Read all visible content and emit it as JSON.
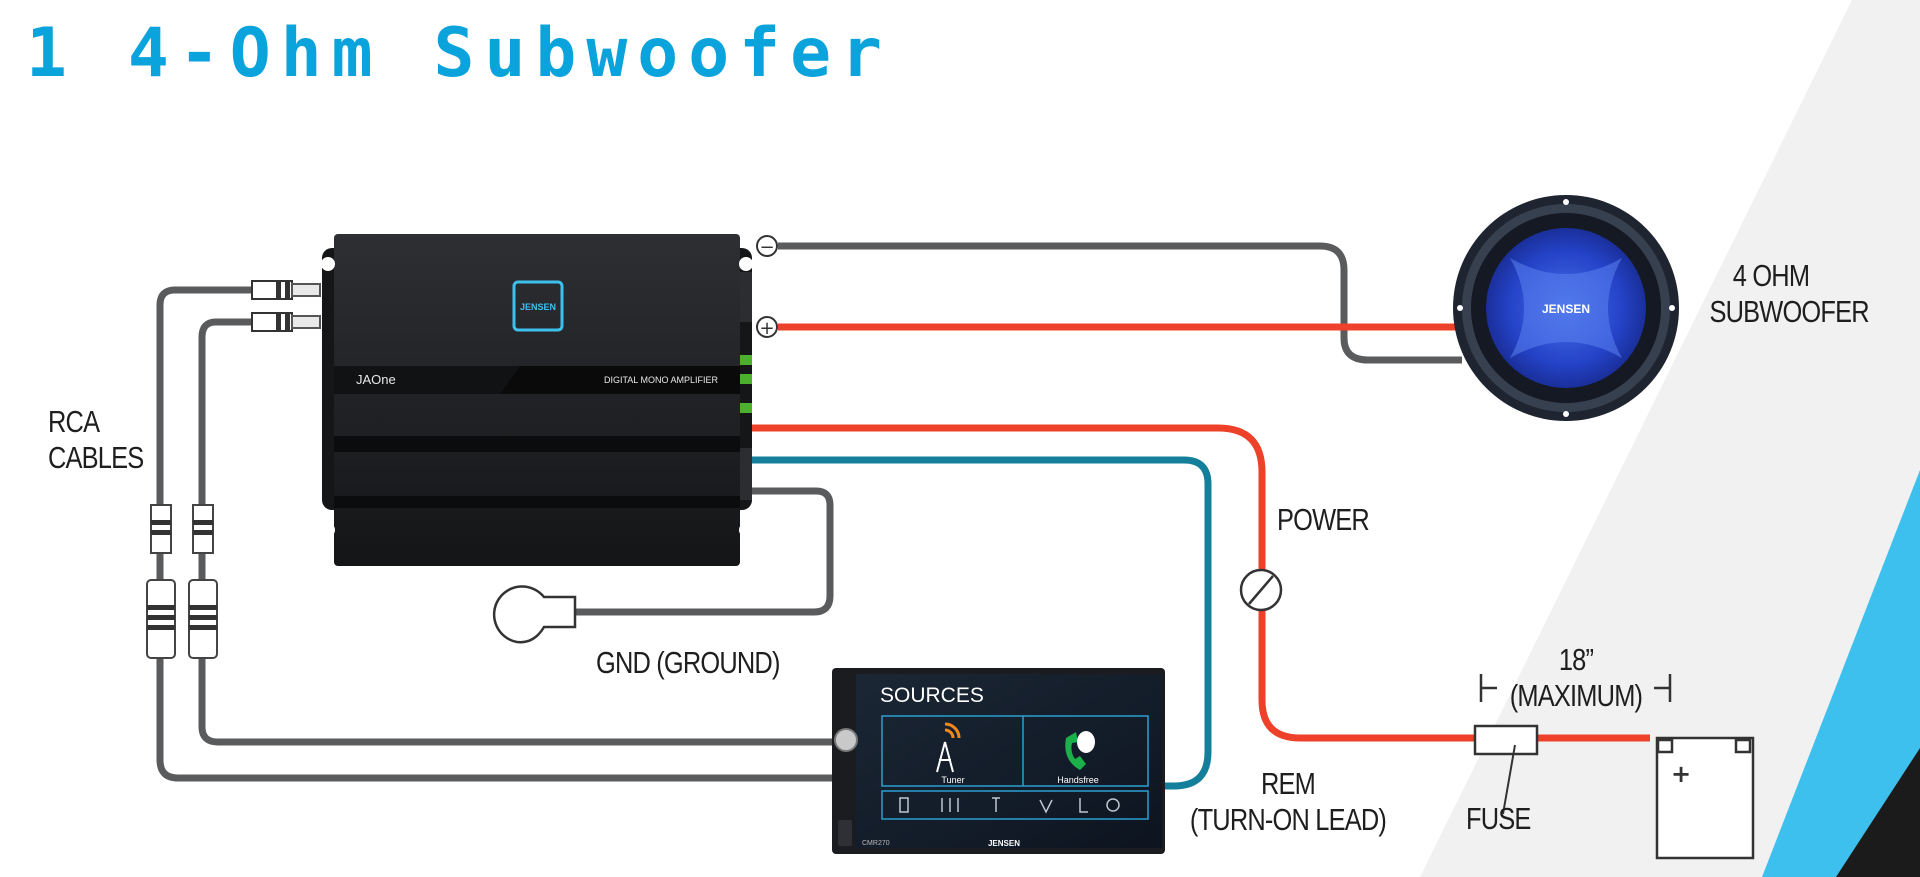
{
  "title": "1 4-Ohm Subwoofer",
  "amplifier": {
    "brand_badge": "JENSEN",
    "model": "JAOne",
    "type_label": "DIGITAL MONO AMPLIFIER",
    "terminal_negative": "−",
    "terminal_positive": "+"
  },
  "subwoofer": {
    "brand": "JENSEN",
    "label_line1": "4  OHM",
    "label_line2": "SUBWOOFER"
  },
  "labels": {
    "rca_line1": "RCA",
    "rca_line2": "CABLES",
    "power": "POWER",
    "ground": "GND (GROUND)",
    "rem_line1": "REM",
    "rem_line2": "(TURN-ON LEAD)",
    "distance_line1": "18”",
    "distance_line2": "(MAXIMUM)",
    "fuse": "FUSE",
    "battery_plus": "+"
  },
  "head_unit": {
    "screen_title": "SOURCES",
    "tile1_label": "Tuner",
    "tile2_label": "Handsfree",
    "model": "CMR270",
    "brand": "JENSEN"
  },
  "colors": {
    "title": "#0aa3dc",
    "power_wire": "#ee4129",
    "remote_wire": "#147f9b",
    "speaker_negative_wire": "#5a5b5d",
    "ground_wire": "#5a5b5d",
    "rca_cable": "#5a5b5d",
    "accent_blue": "#3ec0ee"
  }
}
